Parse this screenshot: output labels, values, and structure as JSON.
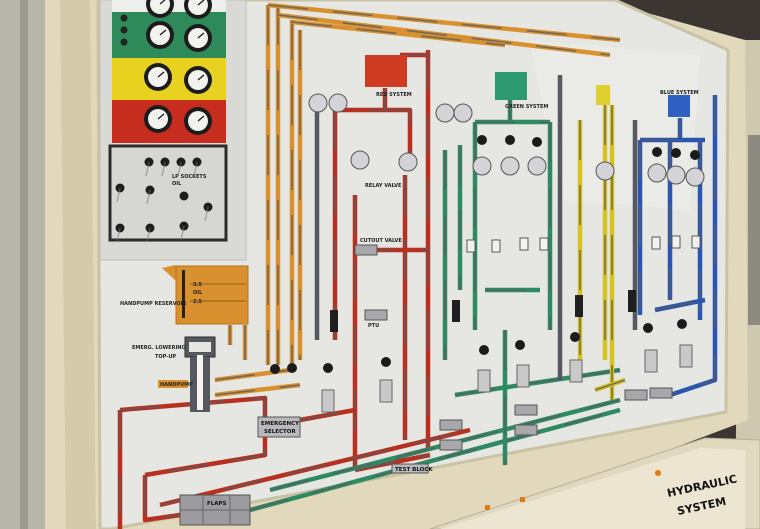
{
  "colors": {
    "red_system": "#b8301f",
    "green_system": "#2e8a62",
    "blue_system": "#2a55b0",
    "yellow_system": "#d8c21e",
    "handpump_orange": "#d8912e",
    "pipe_grey": "#55585e",
    "board": "#e6e6e2",
    "frame": "#e2d9bd"
  },
  "labels": {
    "red_system": "RED SYSTEM",
    "green_system": "GREEN SYSTEM",
    "blue_system": "BLUE SYSTEM",
    "handpump_reservoir": "HANDPUMP RESERVOIR",
    "reservoir_level_top": "3.5",
    "reservoir_oil": "OIL",
    "reservoir_level_bottom": "2.5",
    "emerg_lowering": "EMERG. LOWERING",
    "top_up": "TOP-UP",
    "handpump": "HANDPUMP",
    "emergency_selector_line1": "EMERGENCY",
    "emergency_selector_line2": "SELECTOR",
    "test_block": "TEST BLOCK",
    "flaps": "FLAPS",
    "lp_sockets": "LP SOCKETS",
    "relay_valve": "RELAY VALVE",
    "cutout_valve": "CUTOUT VALVE",
    "ptu": "PTU",
    "oil": "OIL"
  },
  "console": {
    "title_line1": "HYDRAULIC",
    "title_line2": "SYSTEM"
  }
}
